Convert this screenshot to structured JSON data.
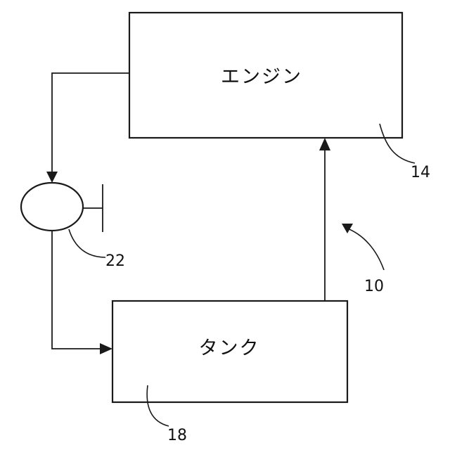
{
  "engine": {
    "label": "エンジン",
    "ref": "14"
  },
  "tank": {
    "label": "タンク",
    "ref": "18"
  },
  "pump": {
    "ref": "22"
  },
  "system": {
    "ref": "10"
  }
}
